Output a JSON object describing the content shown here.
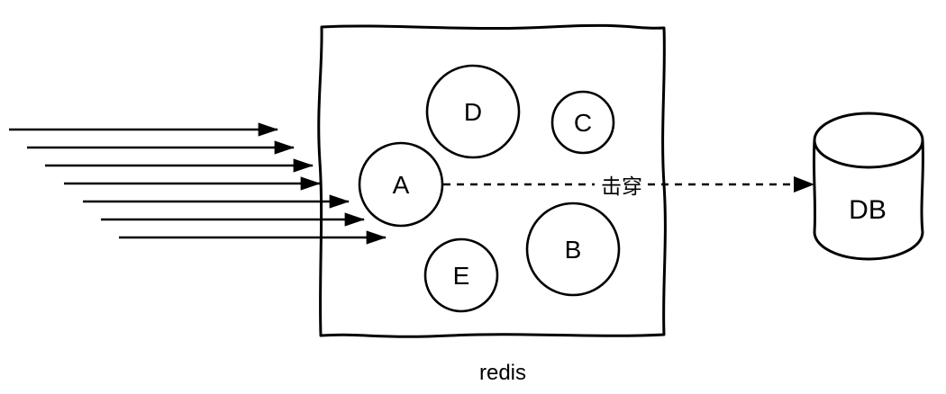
{
  "diagram": {
    "kind": "cache-breakdown-diagram",
    "colors": {
      "stroke": "#000000",
      "background": "#ffffff"
    },
    "requests": {
      "arrow_count": 7
    },
    "cache": {
      "label": "redis",
      "keys": {
        "a": "A",
        "b": "B",
        "c": "C",
        "d": "D",
        "e": "E"
      }
    },
    "penetration_label": "击穿",
    "database": {
      "label": "DB"
    }
  }
}
